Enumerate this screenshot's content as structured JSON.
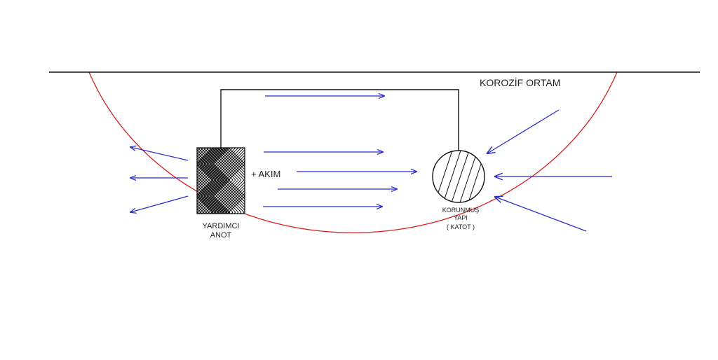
{
  "labels": {
    "environment": "KOROZİF ORTAM",
    "current": "+ AKIM",
    "anode_line1": "YARDIMCI",
    "anode_line2": "ANOT",
    "cathode_line1": "KORUNMUŞ",
    "cathode_line2": "YAPI",
    "cathode_line3": "( KATOT )"
  },
  "colors": {
    "ground_line": "#111111",
    "boundary": "#d62020",
    "current_arrow": "#2c2ccc",
    "wire": "#111111"
  },
  "icons": {
    "anode": "crosshatch-block-icon",
    "cathode": "hatched-circle-icon"
  }
}
